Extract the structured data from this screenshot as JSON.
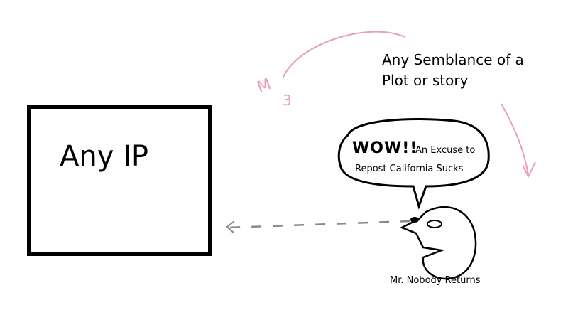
{
  "box": {
    "label": "Any IP"
  },
  "plot": {
    "label_line1": "Any Semblance of a",
    "label_line2": "Plot or story"
  },
  "annotation": {
    "handwritten": "M3",
    "color": "#e8a0b4"
  },
  "speech_bubble": {
    "exclamation": "WOW!!",
    "text_line1": "An Excuse to",
    "text_line2": "Repost California Sucks"
  },
  "character": {
    "label": "Mr. Nobody Returns"
  },
  "arrow": {
    "style": "dashed",
    "direction": "left",
    "color": "#888888"
  }
}
